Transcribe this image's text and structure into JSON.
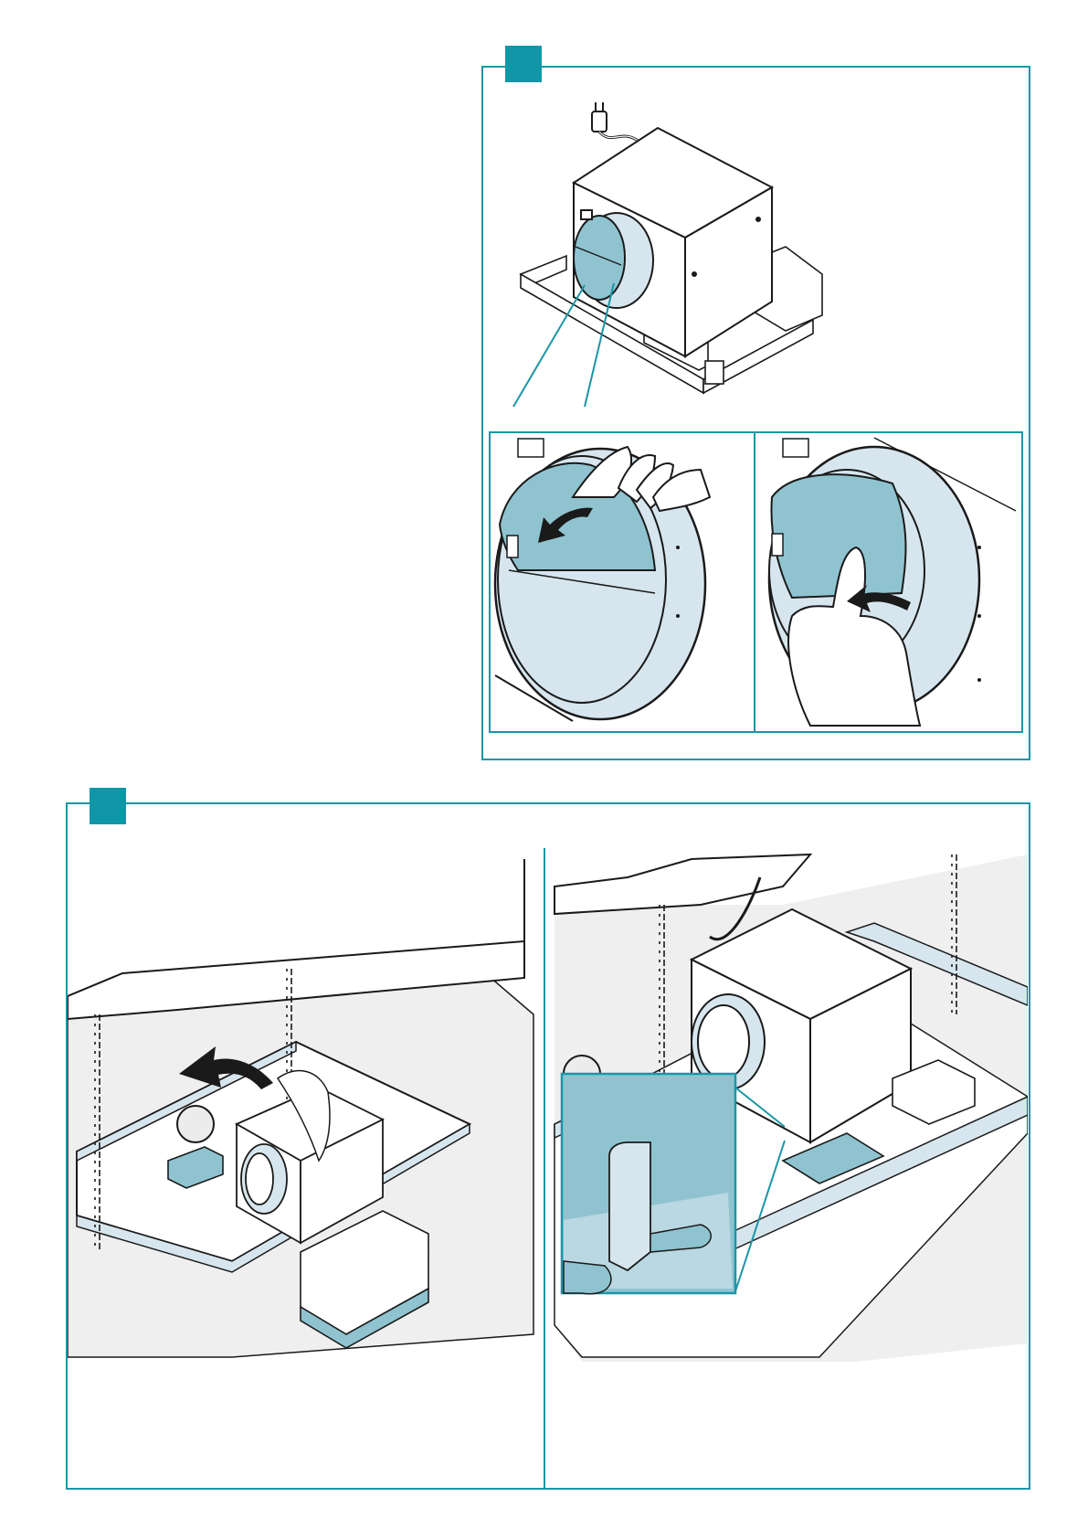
{
  "colors": {
    "accent": "#0f97a7",
    "frame": "#1a96a6",
    "highlight_fill": "#8fc3d0",
    "light_fill": "#d7e6ee",
    "floor_fill": "#efefef",
    "line": "#1a1a1a"
  },
  "top_section": {
    "badge_icon": "step-square",
    "detail_left": {
      "arrow_icon": "rotate-arrow-icon"
    },
    "detail_right": {
      "arrow_icon": "push-arrow-icon"
    }
  },
  "bottom_section": {
    "badge_icon": "step-square",
    "left_panel": {
      "marker_icon": "circle-marker",
      "arrow_icon": "rotate-arrow-icon"
    },
    "right_panel": {
      "marker_icon": "circle-marker"
    }
  }
}
